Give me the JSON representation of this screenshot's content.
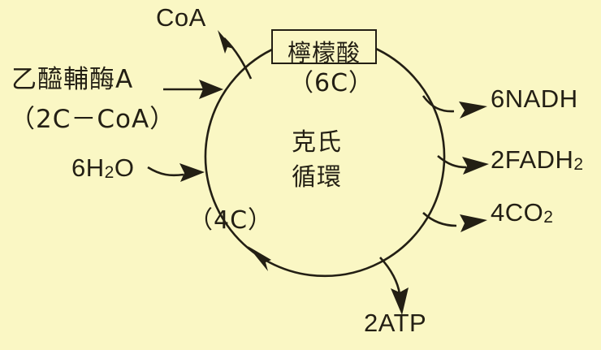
{
  "diagram": {
    "title": "克氏循環",
    "background_color": "#faf7c4",
    "ink_color": "#231f14",
    "cycle": {
      "center_label_line1": "克氏",
      "center_label_line2": "循環",
      "boxed_node": "檸檬酸",
      "boxed_node_carbons": "（6C）",
      "bottom_left_node": "（4C）"
    },
    "inputs": [
      {
        "id": "acetyl-coa",
        "label": "乙醯輔酶A",
        "sub_label": "（2C－CoA）"
      },
      {
        "id": "water",
        "label": "6H",
        "label_sub": "2",
        "label_tail": "O"
      }
    ],
    "outputs": [
      {
        "id": "coa",
        "label": "CoA"
      },
      {
        "id": "nadh",
        "label": "6NADH"
      },
      {
        "id": "fadh2",
        "label": "2FADH",
        "sub": "2"
      },
      {
        "id": "co2",
        "label": "4CO",
        "sub": "2"
      },
      {
        "id": "atp",
        "label": "2ATP"
      }
    ]
  }
}
